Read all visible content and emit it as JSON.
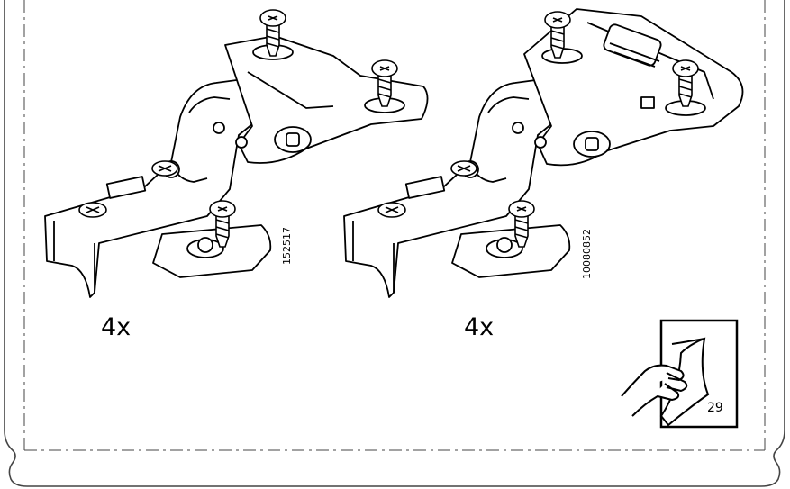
{
  "items": [
    {
      "quantity": "4x",
      "article_number": "152517",
      "icon": "hinge-with-screws-icon"
    },
    {
      "quantity": "4x",
      "article_number": "10080852",
      "icon": "soft-close-hinge-with-screws-icon"
    }
  ],
  "page_turn": {
    "page_number": "29",
    "icon": "hand-turning-page-icon"
  },
  "colors": {
    "line": "#000000",
    "background": "#ffffff",
    "frame": "#444444"
  }
}
